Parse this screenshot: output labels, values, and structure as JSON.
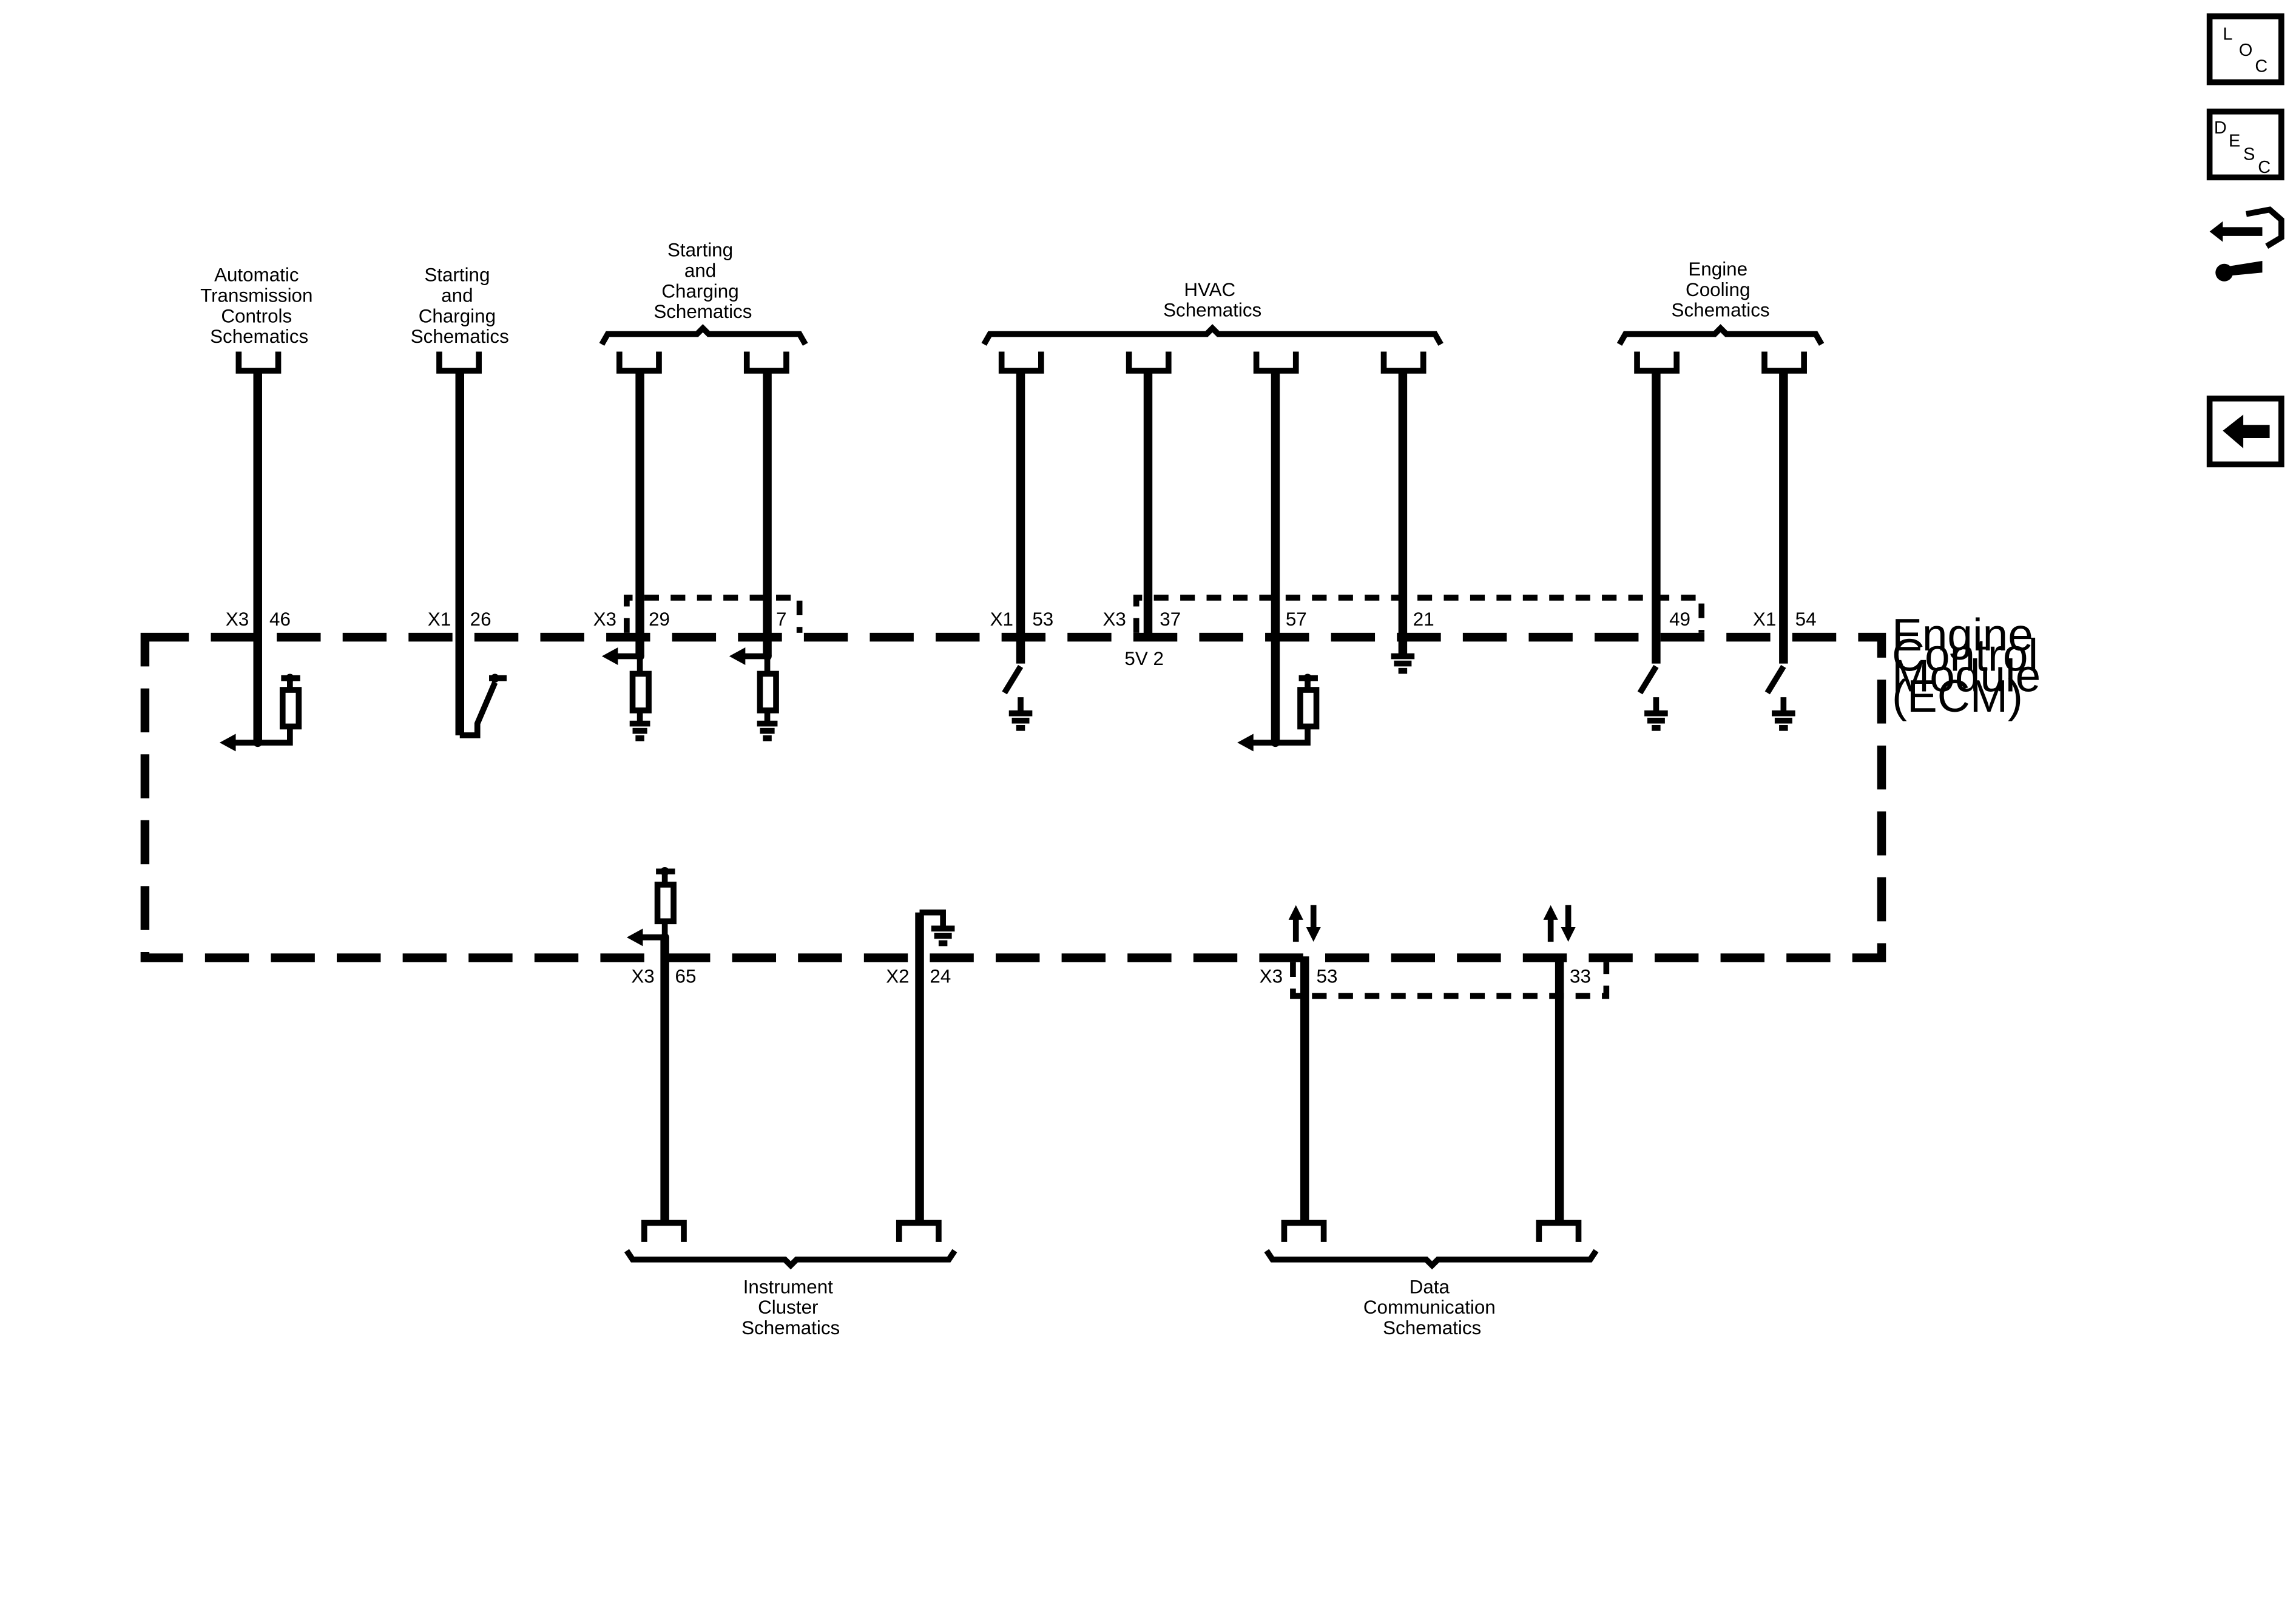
{
  "module": {
    "label_lines": [
      "Engine",
      "Control",
      "Module",
      "(ECM)"
    ]
  },
  "top_groups": [
    {
      "id": "trans",
      "label_lines": [
        "Automatic",
        "Transmission",
        "Controls",
        "Schematics"
      ]
    },
    {
      "id": "start1",
      "label_lines": [
        "Starting",
        "and",
        "Charging",
        "Schematics"
      ]
    },
    {
      "id": "start2",
      "label_lines": [
        "Starting",
        "and",
        "Charging",
        "Schematics"
      ]
    },
    {
      "id": "hvac",
      "label_lines": [
        "HVAC",
        "Schematics"
      ]
    },
    {
      "id": "cool",
      "label_lines": [
        "Engine",
        "Cooling",
        "Schematics"
      ]
    }
  ],
  "bottom_groups": [
    {
      "id": "cluster",
      "label_lines": [
        "Instrument",
        "Cluster",
        "Schematics"
      ]
    },
    {
      "id": "data",
      "label_lines": [
        "Data",
        "Communication",
        "Schematics"
      ]
    }
  ],
  "pins_top": [
    {
      "connector": "X3",
      "pin": "46"
    },
    {
      "connector": "X1",
      "pin": "26"
    },
    {
      "connector": "X3",
      "pin": "29"
    },
    {
      "connector": "",
      "pin": "7"
    },
    {
      "connector": "X1",
      "pin": "53"
    },
    {
      "connector": "X3",
      "pin": "37"
    },
    {
      "connector": "",
      "pin": "57"
    },
    {
      "connector": "",
      "pin": "21"
    },
    {
      "connector": "",
      "pin": "49"
    },
    {
      "connector": "X1",
      "pin": "54"
    }
  ],
  "pins_bottom": [
    {
      "connector": "X3",
      "pin": "65"
    },
    {
      "connector": "X2",
      "pin": "24"
    },
    {
      "connector": "X3",
      "pin": "53"
    },
    {
      "connector": "",
      "pin": "33"
    }
  ],
  "ref_5v": "5V 2",
  "nav": {
    "loc": [
      "L",
      "O",
      "C"
    ],
    "desc": [
      "D",
      "E",
      "S",
      "C"
    ]
  }
}
